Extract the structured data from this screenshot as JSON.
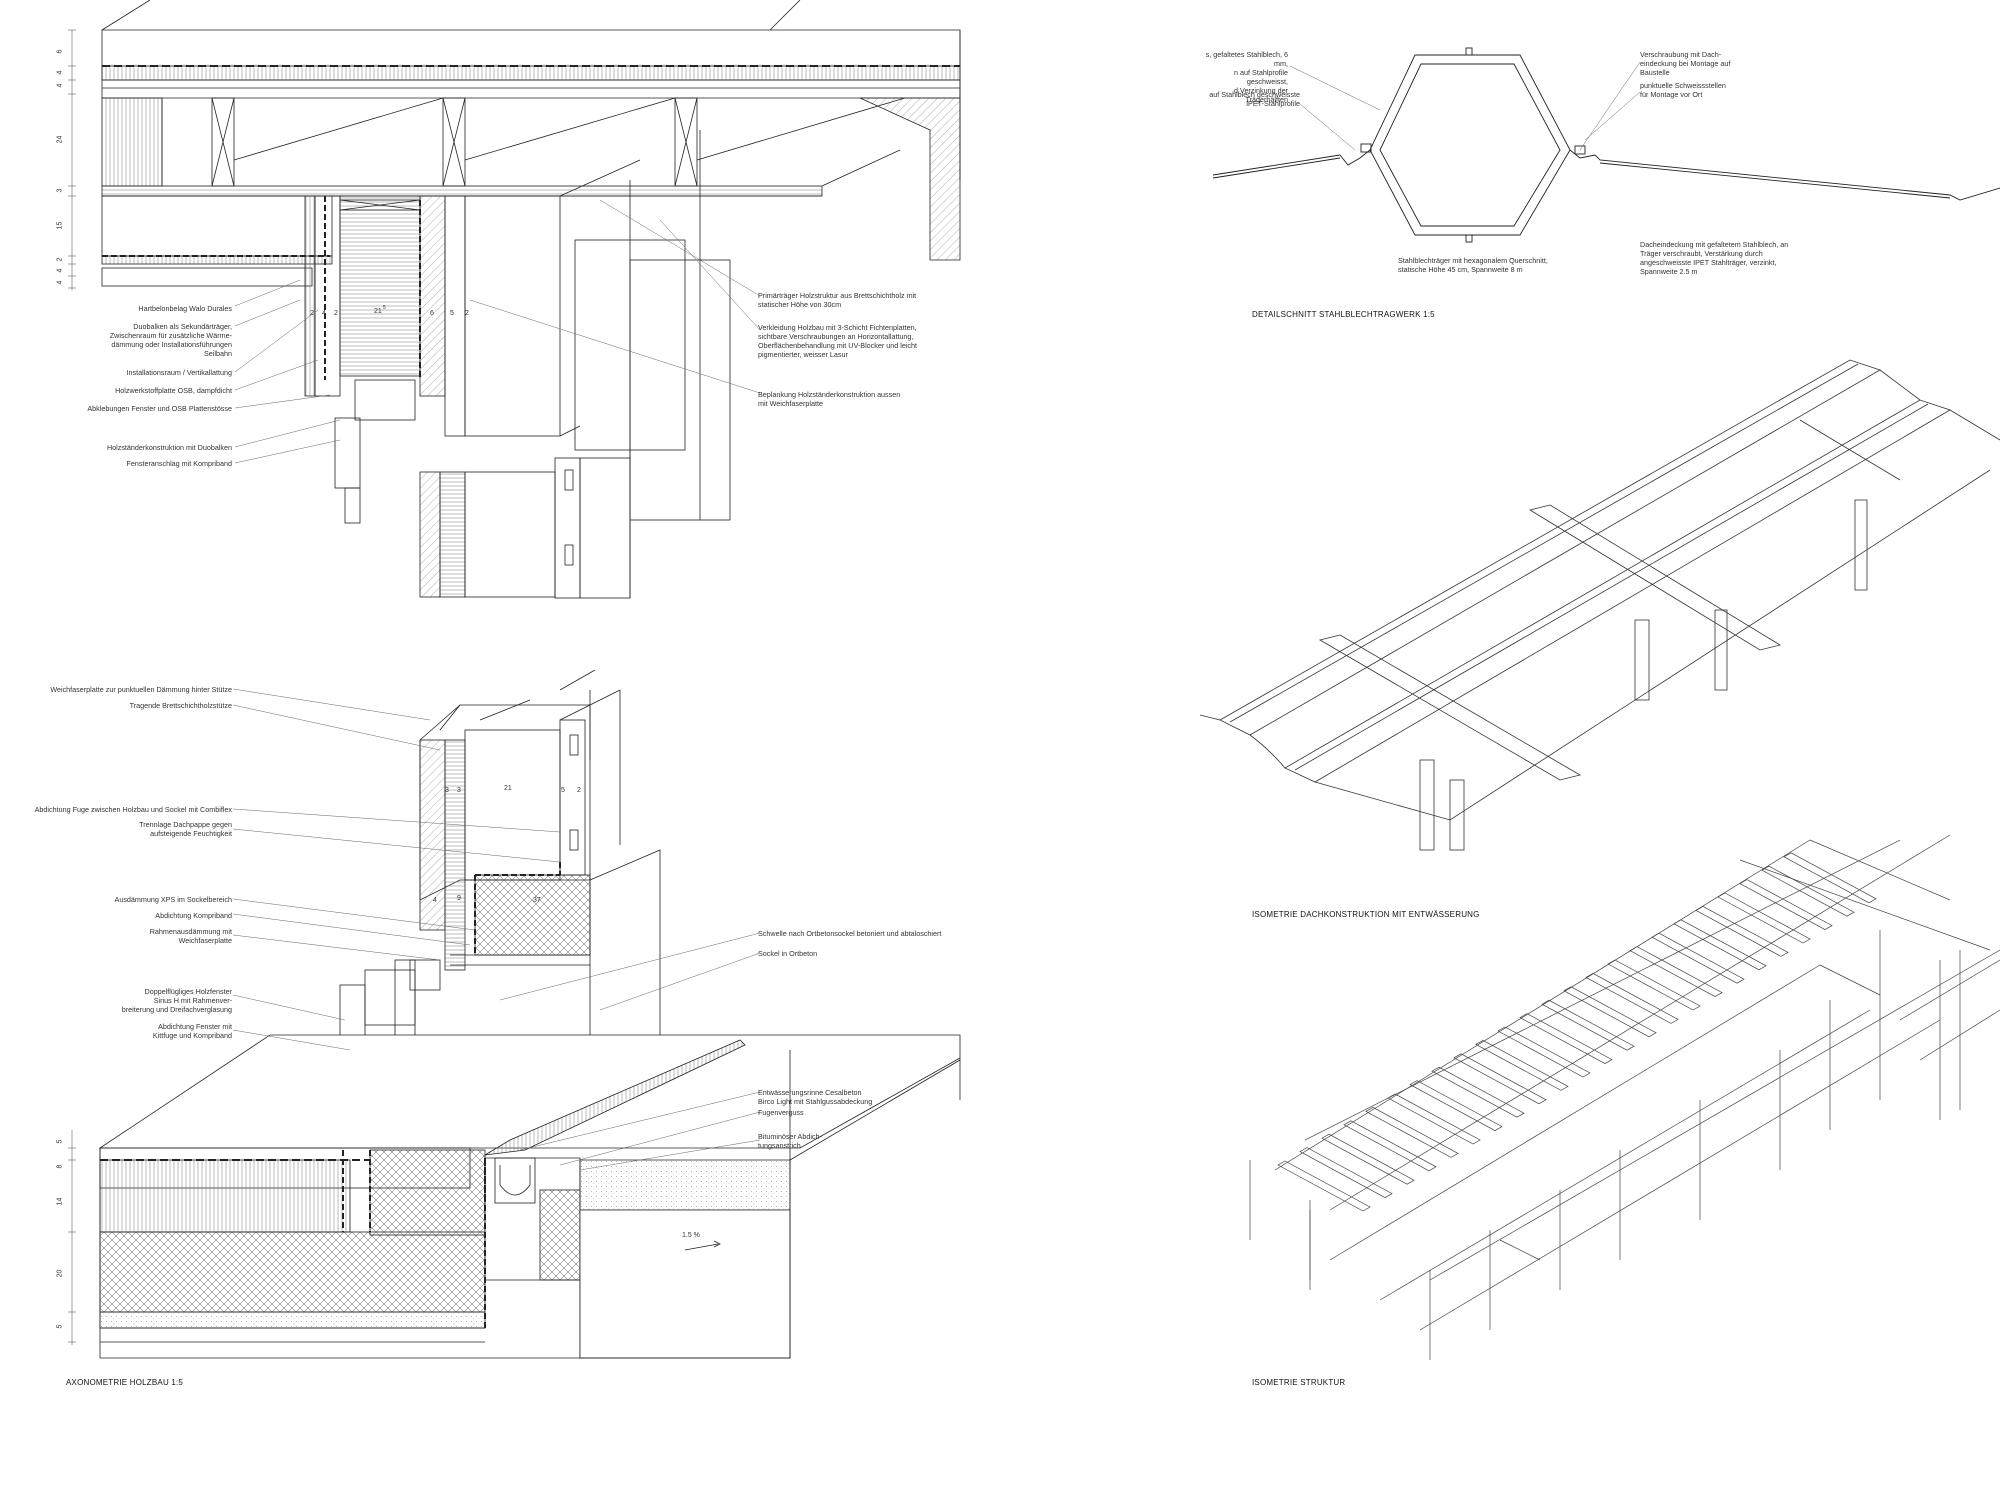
{
  "captions": {
    "axo_top": "",
    "axo_bottom": "AXONOMETRIE HOLZBAU 1:5",
    "detail_steel": "DETAILSCHNITT STAHLBLECHTRAGWERK 1:5",
    "iso_roof": "ISOMETRIE DACHKONSTRUKTION MIT ENTWÄSSERUNG",
    "iso_structure": "ISOMETRIE STRUKTUR"
  },
  "top_left_labels": [
    "Hartbelonbelag Walo Durales",
    "Duobalken als Sekundärträger,\nZwischenraum für zusätzliche Wärme-\ndämmung oder Installationsführungen\nSeilbahn",
    "Installationsraum / Vertikallattung",
    "Holzwerkstoffplatte OSB, dampfdicht",
    "Abklebungen Fenster und OSB Plattenstösse",
    "Holzständerkonstruktion mit Duobalken",
    "Fensteranschlag mit Kompriband"
  ],
  "top_right_labels": [
    "Primärträger Holzstruktur aus Brettschichtholz mit\nstatischer Höhe von 30cm",
    "Verkleidung Holzbau mit 3-Schicht Fichtenplatten,\nsichtbare Verschraubungen an Horizontallattung,\nOberflächenbehandlung mit UV-Blocker und leicht\npigmentierter, weisser Lasur",
    "Beplankung Holzständerkonstruktion aussen\nmit Weichfaserplatte"
  ],
  "bottom_left_labels": [
    "Weichfaserplatte zur punktuellen Dämmung hinter Stütze",
    "Tragende Brettschichtholzstütze",
    "Abdichtung Fuge zwischen Holzbau und Sockel mit Combiflex",
    "Trennlage Dachpappe gegen\naufsteigende Feuchtigkeit",
    "Ausdämmung XPS im Sockelbereich",
    "Abdichtung Kompriband",
    "Rahmenausdämmung mit\nWeichfaserplatte",
    "Doppelflügliges Holzfenster\nSirius H mit Rahmenver-\nbreiterung und Dreifachverglasung",
    "Abdichtung Fenster mit\nKittfuge und Kompriband"
  ],
  "bottom_right_labels": [
    "Schwelle nach Ortbetonsockel betoniert und abtaloschiert",
    "Sockel in Ortbeton",
    "Entwässerungsrinne Cesalbeton\nBirco Light mit Stahlgussabdeckung",
    "Fugenverguss",
    "Bituminöser Abdich-\ntungsanstrich"
  ],
  "steel_left_labels": [
    "s, gefaltetes Stahlblech, 6 mm,\nn auf Stahlprofile geschweisst,\nd Verzinkung der Trägerhälften",
    "auf Stahlblech geschweisste\nIPET-Stahlprofile"
  ],
  "steel_right_labels": [
    "Verschraubung mit Dach-\neindeckung bei Montage auf\nBaustelle",
    "punktuelle Schweissstellen\nfür Montage vor Ort"
  ],
  "steel_bottom_labels": [
    "Stahlblechträger mit hexagonalem Querschnitt,\nstatische Höhe 45 cm, Spannweite 8 m",
    "Dacheindeckung mit gefaltetem Stahlblech, an\nTräger verschraubt, Verstärkung durch\nangeschweisste IPET Stahlträger, verzinkt,\nSpannweite 2.5 m"
  ],
  "dims_top_vertical": [
    "6",
    "4",
    "4",
    "24",
    "3",
    "15",
    "2",
    "4",
    "4"
  ],
  "dims_top_horizontal": [
    "2",
    "4",
    "2",
    "21",
    "5",
    "6",
    "5",
    "2"
  ],
  "dims_bottom_vertical": [
    "5",
    "8",
    "14",
    "20",
    "5"
  ],
  "dims_bottom_horizontal": [
    "3",
    "3",
    "21",
    "5",
    "2",
    "4",
    "9",
    "37"
  ],
  "slope_label": "1.5 %"
}
